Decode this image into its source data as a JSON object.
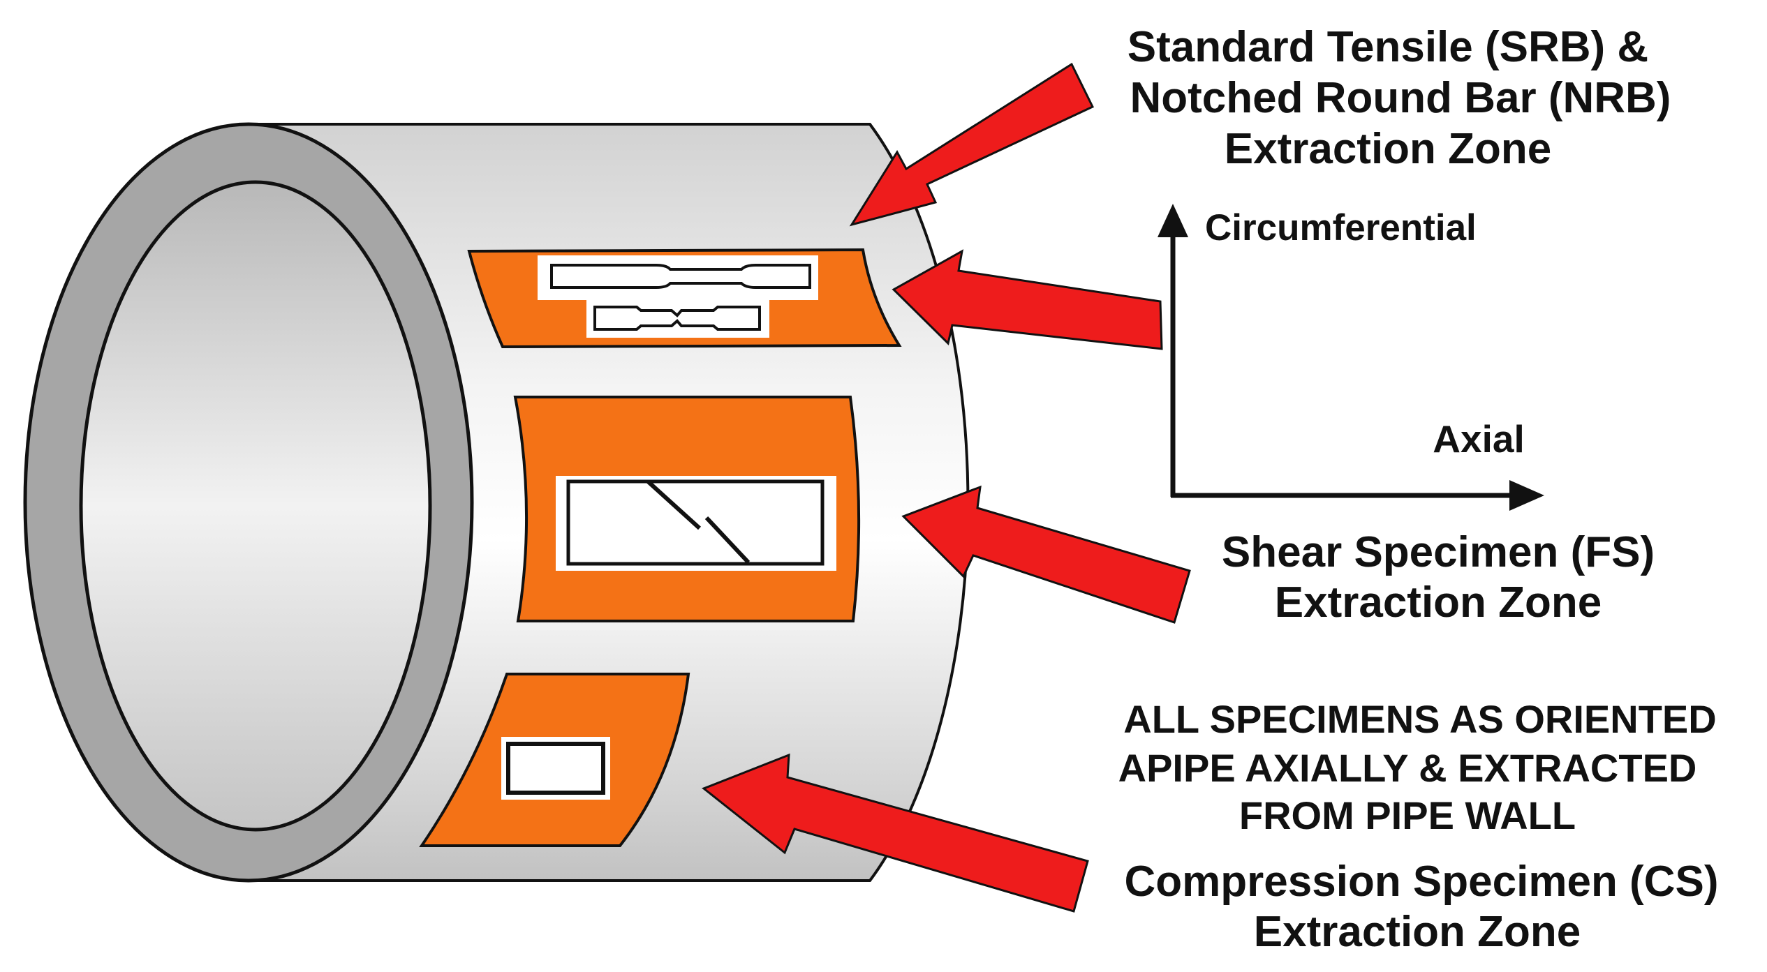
{
  "labels": {
    "srb_nrb": [
      "Standard Tensile (SRB) &",
      "Notched Round Bar (NRB)",
      "Extraction Zone"
    ],
    "shear": [
      "Shear Specimen (FS)",
      "Extraction Zone"
    ],
    "note": [
      "ALL SPECIMENS AS ORIENTED",
      "APIPE AXIALLY & EXTRACTED",
      "FROM PIPE WALL"
    ],
    "compression": [
      "Compression Specimen (CS)",
      "Extraction Zone"
    ],
    "axes": {
      "circumferential": "Circumferential",
      "axial": "Axial"
    }
  },
  "colors": {
    "zone": "#f47216",
    "arrow": "#ee1c1c",
    "pipe_rim": "#a6a6a6",
    "outline": "#111111",
    "specimen": "#ffffff"
  }
}
